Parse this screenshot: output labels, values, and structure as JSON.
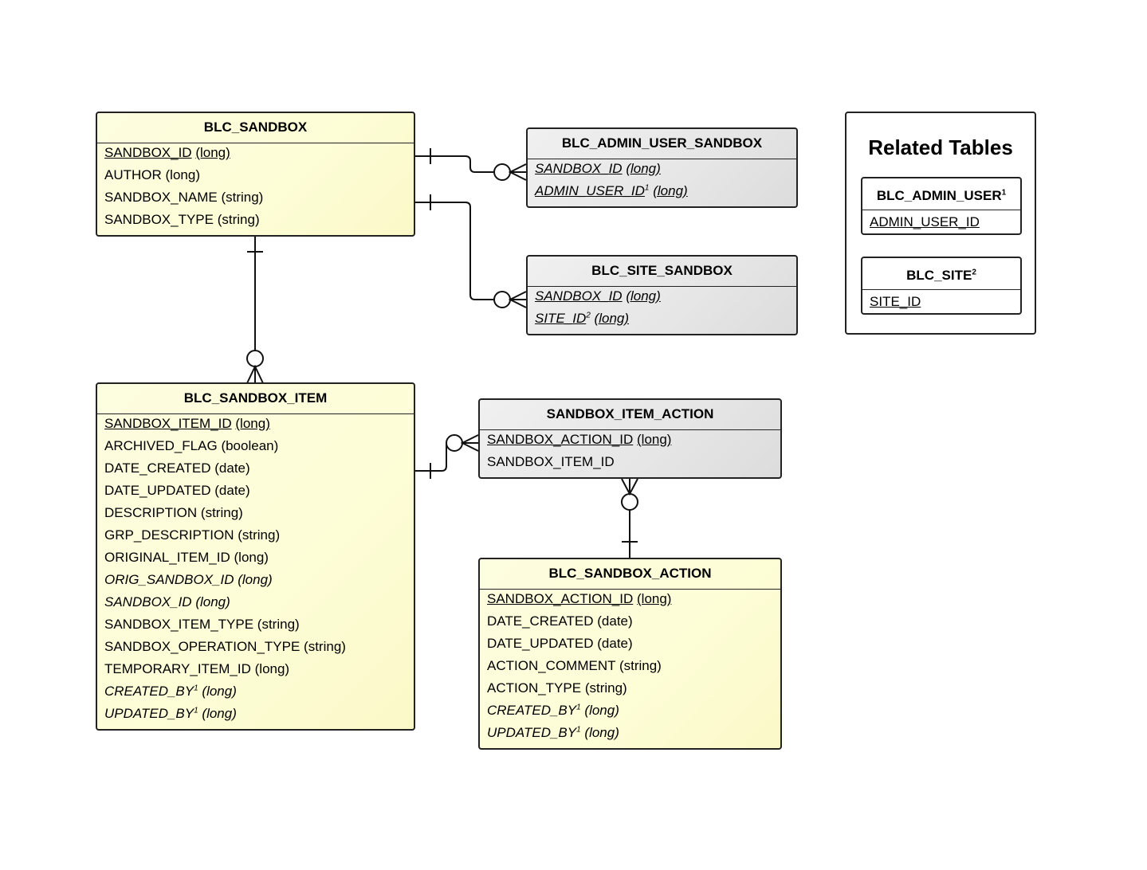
{
  "tables": {
    "blc_sandbox": {
      "title": "BLC_SANDBOX",
      "rows": [
        {
          "name": "SANDBOX_ID",
          "type": "(long)"
        },
        {
          "name": "AUTHOR",
          "type": "(long)"
        },
        {
          "name": "SANDBOX_NAME",
          "type": "(string)"
        },
        {
          "name": "SANDBOX_TYPE",
          "type": "(string)"
        }
      ]
    },
    "blc_admin_user_sandbox": {
      "title": "BLC_ADMIN_USER_SANDBOX",
      "rows": [
        {
          "name": "SANDBOX_ID",
          "type": "(long)"
        },
        {
          "name": "ADMIN_USER_ID",
          "sup": "1",
          "type": "(long)"
        }
      ]
    },
    "blc_site_sandbox": {
      "title": "BLC_SITE_SANDBOX",
      "rows": [
        {
          "name": "SANDBOX_ID",
          "type": "(long)"
        },
        {
          "name": "SITE_ID",
          "sup": "2",
          "type": "(long)"
        }
      ]
    },
    "blc_sandbox_item": {
      "title": "BLC_SANDBOX_ITEM",
      "rows": [
        {
          "name": "SANDBOX_ITEM_ID",
          "type": "(long)"
        },
        {
          "name": "ARCHIVED_FLAG",
          "type": "(boolean)"
        },
        {
          "name": "DATE_CREATED",
          "type": "(date)"
        },
        {
          "name": "DATE_UPDATED",
          "type": "(date)"
        },
        {
          "name": "DESCRIPTION",
          "type": "(string)"
        },
        {
          "name": "GRP_DESCRIPTION",
          "type": "(string)"
        },
        {
          "name": "ORIGINAL_ITEM_ID",
          "type": "(long)"
        },
        {
          "name": "ORIG_SANDBOX_ID",
          "type": "(long)"
        },
        {
          "name": "SANDBOX_ID",
          "type": "(long)"
        },
        {
          "name": "SANDBOX_ITEM_TYPE",
          "type": "(string)"
        },
        {
          "name": "SANDBOX_OPERATION_TYPE",
          "type": "(string)"
        },
        {
          "name": "TEMPORARY_ITEM_ID",
          "type": "(long)"
        },
        {
          "name": "CREATED_BY",
          "sup": "1",
          "type": "(long)"
        },
        {
          "name": "UPDATED_BY",
          "sup": "1",
          "type": "(long)"
        }
      ]
    },
    "sandbox_item_action": {
      "title": "SANDBOX_ITEM_ACTION",
      "rows": [
        {
          "name": "SANDBOX_ACTION_ID",
          "type": "(long)"
        },
        {
          "name": "SANDBOX_ITEM_ID",
          "type": ""
        }
      ]
    },
    "blc_sandbox_action": {
      "title": "BLC_SANDBOX_ACTION",
      "rows": [
        {
          "name": "SANDBOX_ACTION_ID",
          "type": "(long)"
        },
        {
          "name": "DATE_CREATED",
          "type": "(date)"
        },
        {
          "name": "DATE_UPDATED",
          "type": "(date)"
        },
        {
          "name": "ACTION_COMMENT",
          "type": "(string)"
        },
        {
          "name": "ACTION_TYPE",
          "type": "(string)"
        },
        {
          "name": "CREATED_BY",
          "sup": "1",
          "type": "(long)"
        },
        {
          "name": "UPDATED_BY",
          "sup": "1",
          "type": "(long)"
        }
      ]
    }
  },
  "legend": {
    "title": "Related Tables",
    "admin_user": {
      "title": "BLC_ADMIN_USER",
      "sup": "1",
      "column": "ADMIN_USER_ID"
    },
    "site": {
      "title": "BLC_SITE",
      "sup": "2",
      "column": "SITE_ID"
    }
  },
  "colors": {
    "entity_fill": "#fdfdd6",
    "join_fill": "#e6e6e6",
    "line": "#222222"
  }
}
